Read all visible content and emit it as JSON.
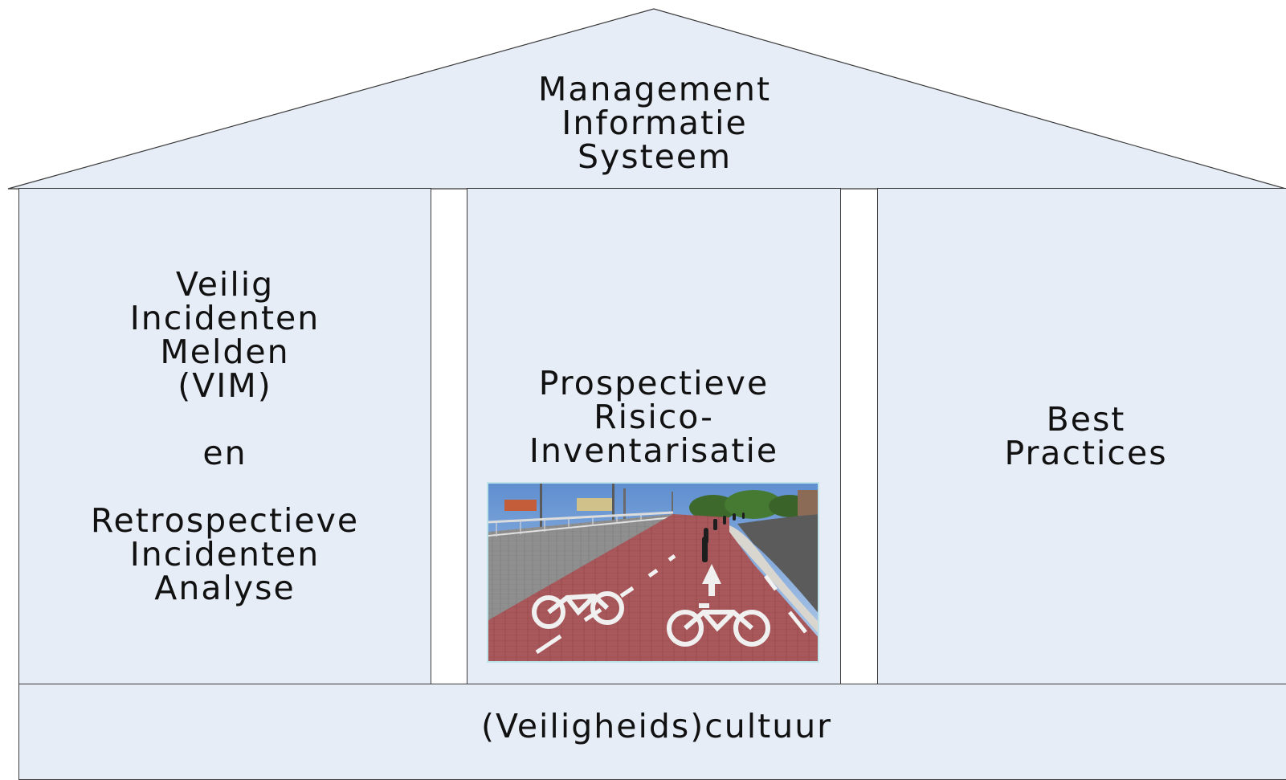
{
  "roof": {
    "title": "Management\nInformatie\nSysteem"
  },
  "pillars": {
    "left": "Veilig\nIncidenten\nMelden\n(VIM)\n\nen\n\nRetrospectieve\nIncidenten\nAnalyse",
    "middle": "Prospectieve\nRisico-\nInventarisatie",
    "right": "Best\nPractices"
  },
  "base": {
    "label": "(Veiligheids)cultuur"
  },
  "photo": {
    "subject": "cycle-path-photo"
  },
  "colors": {
    "fill": "#e6edf7",
    "stroke": "#3a3a3a",
    "text": "#111111"
  }
}
